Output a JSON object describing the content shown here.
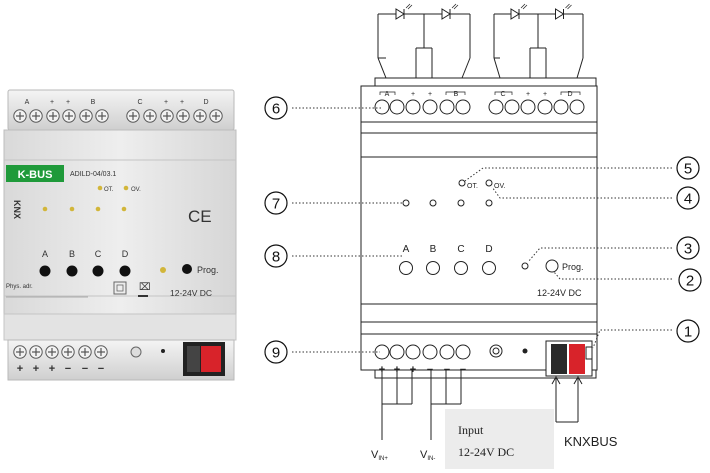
{
  "photo": {
    "brand": "K-BUS",
    "model": "ADILD-04/03.1",
    "led_labels": [
      "OT.",
      "OV."
    ],
    "channel_labels": [
      "A",
      "B",
      "C",
      "D"
    ],
    "prog_label": "Prog.",
    "voltage": "12-24V DC",
    "ce_mark": "CE",
    "knx_mark": "KNX",
    "top_terminal_marks": [
      "A",
      "+",
      "+",
      "B",
      "C",
      "+",
      "+",
      "D"
    ],
    "bottom_terminal_marks": [
      "+",
      "+",
      "+",
      "−",
      "−",
      "−"
    ],
    "phys_label": "Phys. adr."
  },
  "diagram": {
    "top_terminal_labels": [
      "A",
      "+",
      "+",
      "B",
      "C",
      "+",
      "+",
      "D"
    ],
    "led_labels": [
      "OT.",
      "OV."
    ],
    "channel_labels": [
      "A",
      "B",
      "C",
      "D"
    ],
    "prog_label": "Prog.",
    "voltage": "12-24V DC",
    "bottom_terminal_marks": [
      "+",
      "+",
      "+",
      "−",
      "−",
      "−"
    ],
    "vin_left": "V",
    "vin_left_sub": "IN+",
    "vin_right": "V",
    "vin_right_sub": "IN-",
    "input_title": "Input",
    "input_value": "12-24V DC",
    "knxbus_label": "KNXBUS",
    "callouts": [
      "①",
      "②",
      "③",
      "④",
      "⑤",
      "⑥",
      "⑦",
      "⑧",
      "⑨"
    ]
  }
}
